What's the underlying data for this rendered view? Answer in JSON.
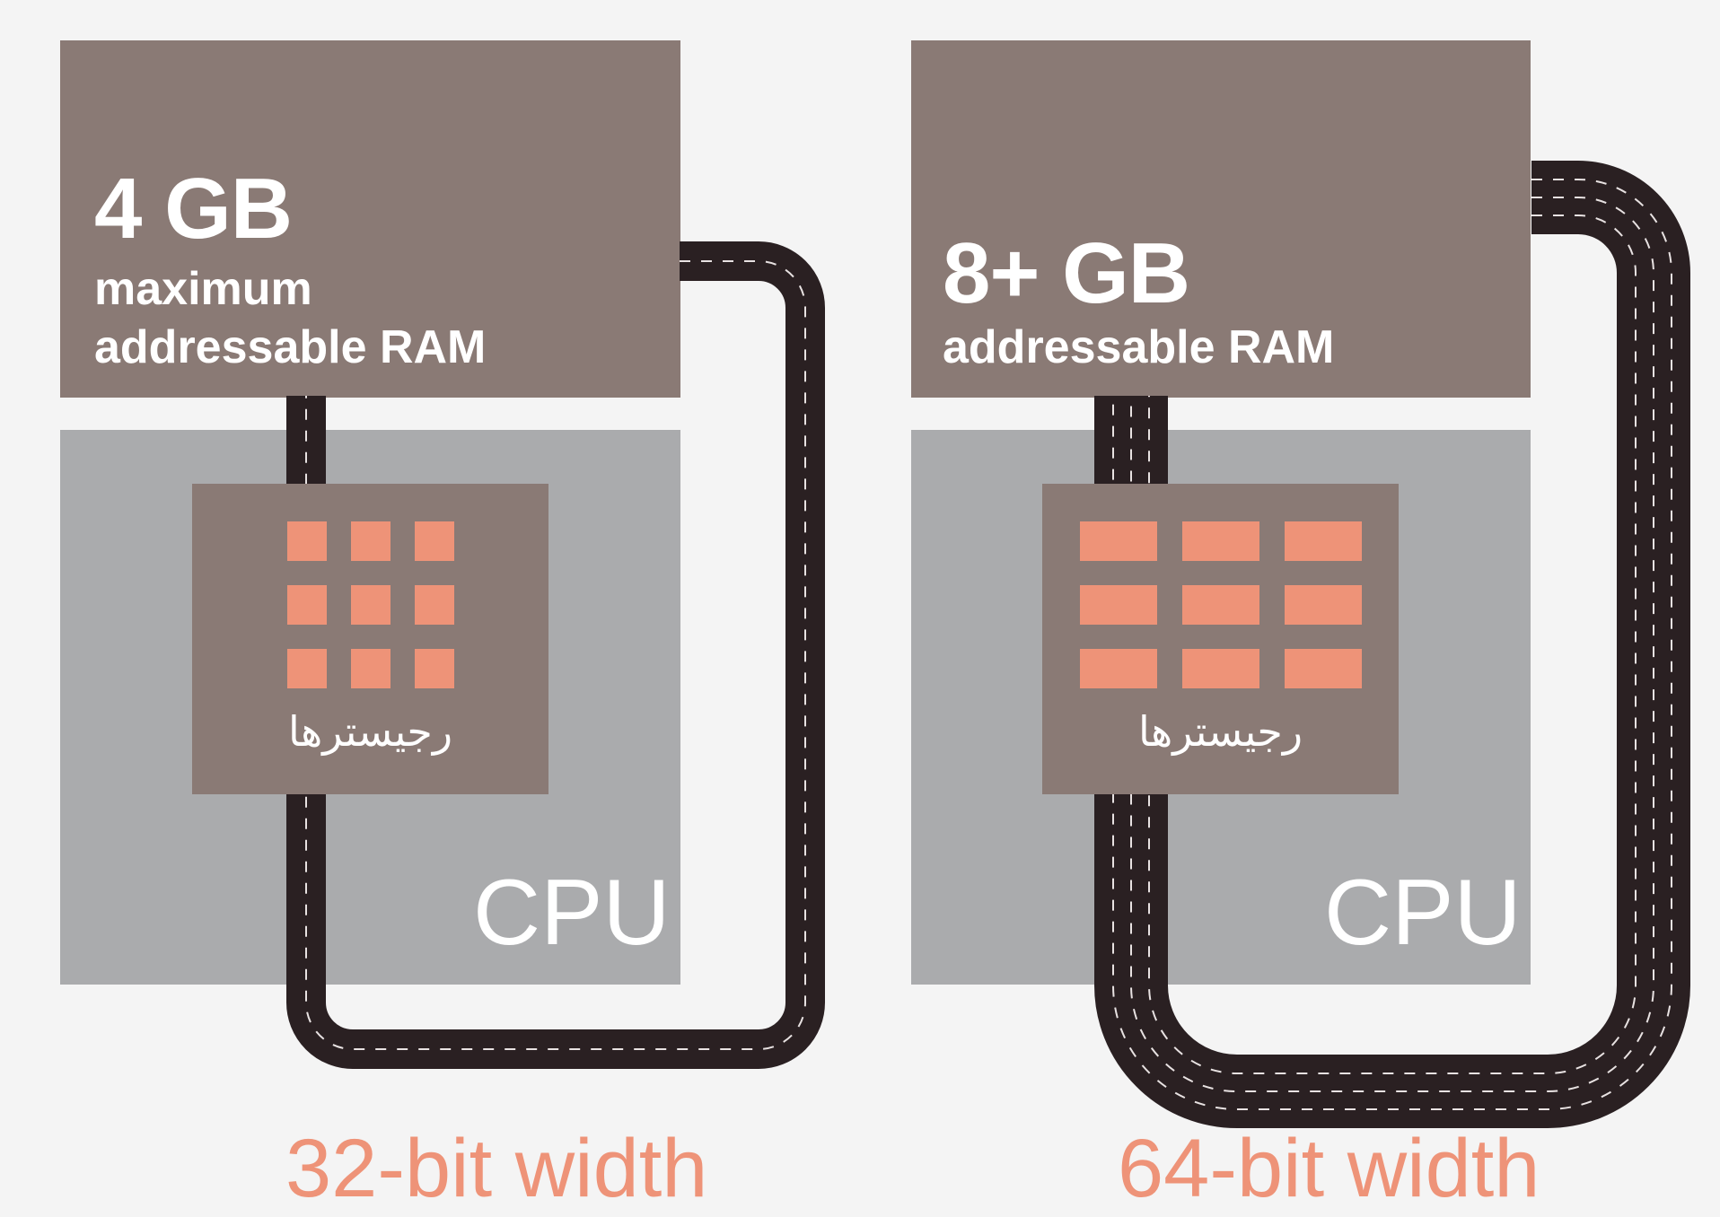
{
  "panels": [
    {
      "ram_amount": "4 GB",
      "ram_line1": "maximum",
      "ram_line2": "addressable RAM",
      "registers_label": "رجیسترها",
      "cpu_label": "CPU",
      "bus_label": "32-bit width"
    },
    {
      "ram_amount": "8+ GB",
      "ram_line1": "addressable RAM",
      "registers_label": "رجیسترها",
      "cpu_label": "CPU",
      "bus_label": "64-bit width"
    }
  ],
  "colors": {
    "background": "#f4f4f4",
    "ram": "#8a7a75",
    "cpu": "#aaabad",
    "register": "#ee9378",
    "road": "#2a2022",
    "label_accent": "#ee9378"
  }
}
